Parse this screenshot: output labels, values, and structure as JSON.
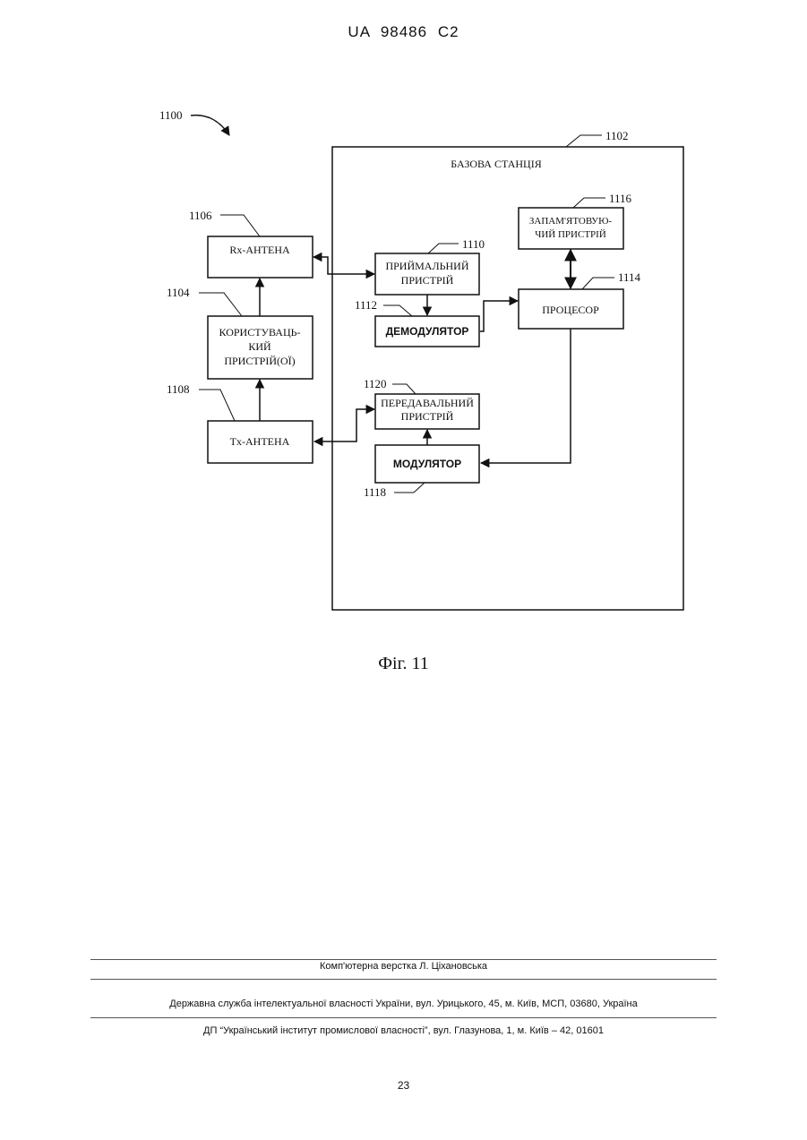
{
  "header": {
    "publication_number": "UA   98486   C2"
  },
  "figure": {
    "ref_system": "1100",
    "ref_base_station": "1102",
    "base_station_label": "БАЗОВА СТАНЦІЯ",
    "blocks": {
      "rx_antenna": {
        "ref": "1106",
        "lines": [
          "Rx-АНТЕНА"
        ]
      },
      "user_device": {
        "ref": "1104",
        "lines": [
          "КОРИСТУВАЦЬ-",
          "КИЙ",
          "ПРИСТРІЙ(ОЇ)"
        ]
      },
      "tx_antenna": {
        "ref": "1108",
        "lines": [
          "Tx-АНТЕНА"
        ]
      },
      "receiver": {
        "ref": "1110",
        "lines": [
          "ПРИЙМАЛЬНИЙ",
          "ПРИСТРІЙ"
        ]
      },
      "demodulator": {
        "ref": "1112",
        "lines": [
          "ДЕМОДУЛЯТОР"
        ]
      },
      "memory": {
        "ref": "1116",
        "lines": [
          "ЗАПАМ'ЯТОВУЮ-",
          "ЧИЙ ПРИСТРІЙ"
        ]
      },
      "processor": {
        "ref": "1114",
        "lines": [
          "ПРОЦЕСОР"
        ]
      },
      "transmitter": {
        "ref": "1120",
        "lines": [
          "ПЕРЕДАВАЛЬНИЙ",
          "ПРИСТРІЙ"
        ]
      },
      "modulator": {
        "ref": "1118",
        "lines": [
          "МОДУЛЯТОР"
        ]
      }
    },
    "caption": "Фіг. 11"
  },
  "footer": {
    "typesetting": "Комп'ютерна верстка Л. Ціхановська",
    "agency": "Державна служба інтелектуальної власності України, вул. Урицького, 45, м. Київ, МСП, 03680, Україна",
    "institute": "ДП “Український інститут промислової власності”, вул. Глазунова, 1, м. Київ – 42, 01601"
  },
  "page_number": "23"
}
